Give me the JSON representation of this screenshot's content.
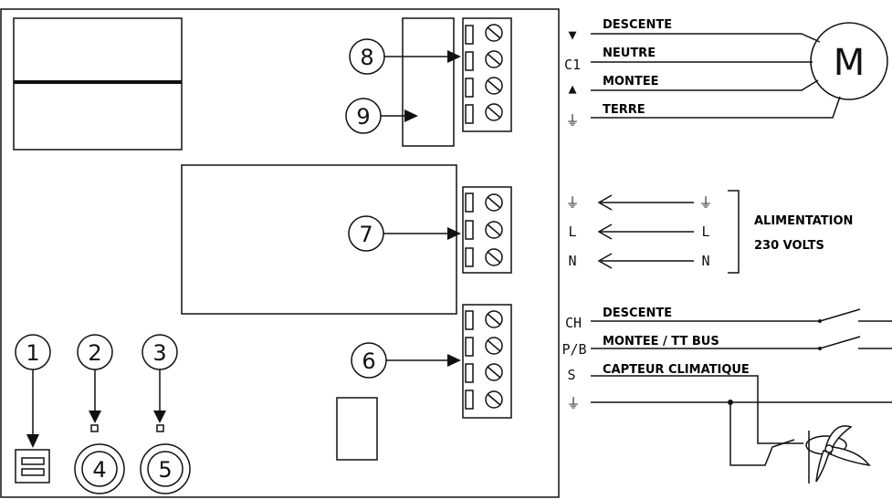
{
  "callouts": [
    "1",
    "2",
    "3",
    "4",
    "5",
    "6",
    "7",
    "8",
    "9"
  ],
  "motor": {
    "symbol": "M",
    "terminals": {
      "down_glyph": "▼",
      "c1": "C1",
      "up_glyph": "▲",
      "earth_glyph": "⏚"
    },
    "labels": {
      "descente": "DESCENTE",
      "neutre": "NEUTRE",
      "montee": "MONTEE",
      "terre": "TERRE"
    }
  },
  "power": {
    "terminals_left": [
      "⏚",
      "L",
      "N"
    ],
    "terminals_right": [
      "⏚",
      "L",
      "N"
    ],
    "label_line1": "ALIMENTATION",
    "label_line2": "230 VOLTS"
  },
  "inputs": {
    "terminals": [
      "CH",
      "P/B",
      "S",
      "⏚"
    ],
    "labels": {
      "descente": "DESCENTE",
      "montee": "MONTEE / TT BUS",
      "capteur": "CAPTEUR CLIMATIQUE"
    }
  }
}
